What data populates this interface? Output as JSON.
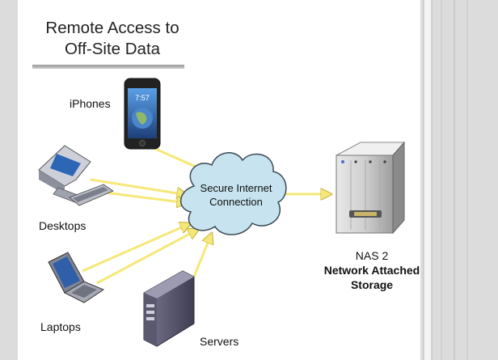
{
  "title": {
    "line1": "Remote Access to",
    "line2": "Off-Site Data"
  },
  "devices": {
    "iphones": "iPhones",
    "desktops": "Desktops",
    "laptops": "Laptops",
    "servers": "Servers"
  },
  "phone_screen": {
    "time": "7:57"
  },
  "cloud": {
    "line1": "Secure Internet",
    "line2": "Connection"
  },
  "nas": {
    "name": "NAS 2",
    "desc1": "Network Attached",
    "desc2": "Storage"
  },
  "colors": {
    "arrow": "#f5e878",
    "cloud": "#c6e3ef",
    "cloud_edge": "#3b4a56",
    "side_panel": "#dcdcdc"
  }
}
